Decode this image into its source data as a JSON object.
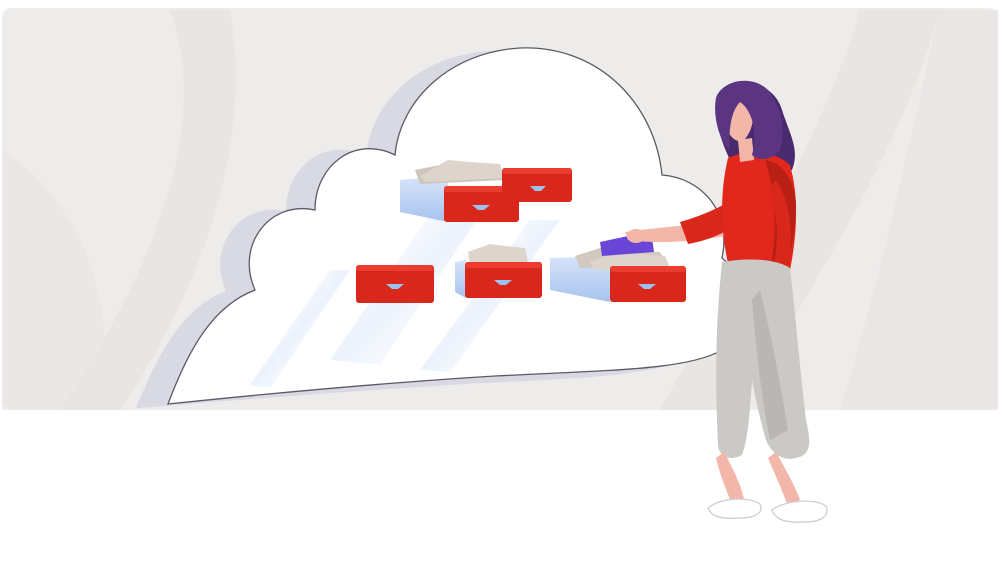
{
  "palette": {
    "backdrop": "#eeeceb",
    "backdrop_wave": "#e5e2e0",
    "cloud_fill": "#ffffff",
    "cloud_shadow": "#dcdbe6",
    "cloud_outline": "#5a5a66",
    "drawer_red": "#d9271c",
    "drawer_red_dark": "#a81810",
    "drawer_side_blue": "#bcd3f5",
    "folder_beige": "#d8d0c6",
    "folder_purple": "#6a45d8",
    "hair": "#4a2a6e",
    "skin": "#f3b7aa",
    "top": "#e2281c",
    "trousers": "#cbc9c6",
    "sandals": "#ffffff"
  },
  "scene": {
    "subject": "woman-filing-documents-into-cloud-drawers",
    "drawers": [
      {
        "state": "open",
        "has_folders": true
      },
      {
        "state": "closed",
        "has_folders": false
      },
      {
        "state": "closed",
        "has_folders": false
      },
      {
        "state": "closed",
        "has_folders": true
      },
      {
        "state": "open",
        "has_folders": true,
        "active_folder": "purple"
      }
    ]
  }
}
